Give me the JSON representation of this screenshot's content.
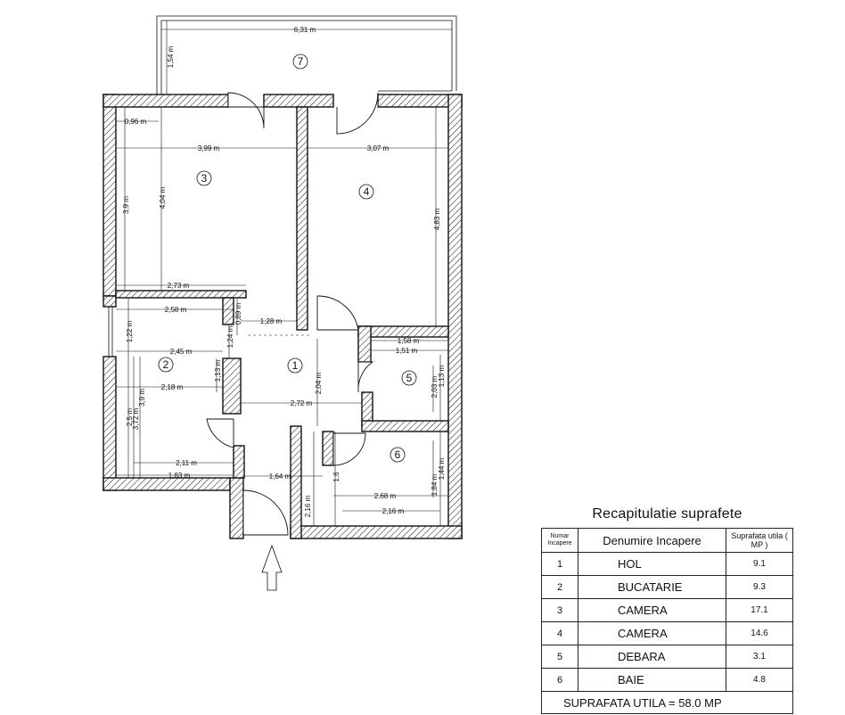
{
  "plan": {
    "room_numbers": [
      "1",
      "2",
      "3",
      "4",
      "5",
      "6",
      "7"
    ],
    "dimensions": {
      "balcony_width": "6,31 m",
      "balcony_depth": "1,54 m",
      "room3_pier": "0,96 m",
      "room3_width": "3,99 m",
      "room3_depth_left": "3,9 m",
      "room3_depth": "4,04 m",
      "room3_bottom": "2,73 m",
      "room4_width": "3,07 m",
      "room4_depth": "4,83 m",
      "kitchen_top": "2,58 m",
      "kitchen_nook_h": "1,22 m",
      "kitchen_mid": "2,45 m",
      "kitchen_right_h": "1,24 m",
      "kitchen_inner": "2,18 m",
      "kitchen_col": "1,13 m",
      "kitchen_h1": "2,5 m",
      "kitchen_h2": "3,72 m",
      "kitchen_h3": "3,9 m",
      "kitchen_bottom1": "2,11 m",
      "kitchen_bottom2": "1,83 m",
      "hall_small_h": "0,89 m",
      "hall_top": "1,28 m",
      "hall_height": "2,04 m",
      "hall_width": "2,72 m",
      "hall_entry": "1,64 m",
      "hall_entry_h": "2,16 m",
      "storage_w1": "1,58 m",
      "storage_w2": "1,51 m",
      "storage_h1": "2,03 m",
      "storage_h2": "1,13 m",
      "bath_small": "1,6",
      "bath_h1": "1,84 m",
      "bath_h2": "1,44 m",
      "bath_w1": "2,68 m",
      "bath_w2": "2,16 m"
    }
  },
  "summary": {
    "title": "Recapitulatie suprafete",
    "headers": {
      "number": "Numar Incapere",
      "name": "Denumire Incapere",
      "area": "Suprafata utila ( MP )"
    },
    "rows": [
      {
        "nr": "1",
        "name": "HOL",
        "area": "9.1"
      },
      {
        "nr": "2",
        "name": "BUCATARIE",
        "area": "9.3"
      },
      {
        "nr": "3",
        "name": "CAMERA",
        "area": "17.1"
      },
      {
        "nr": "4",
        "name": "CAMERA",
        "area": "14.6"
      },
      {
        "nr": "5",
        "name": "DEBARA",
        "area": "3.1"
      },
      {
        "nr": "6",
        "name": "BAIE",
        "area": "4.8"
      }
    ],
    "total": "SUPRAFATA UTILA = 58.0 MP"
  }
}
